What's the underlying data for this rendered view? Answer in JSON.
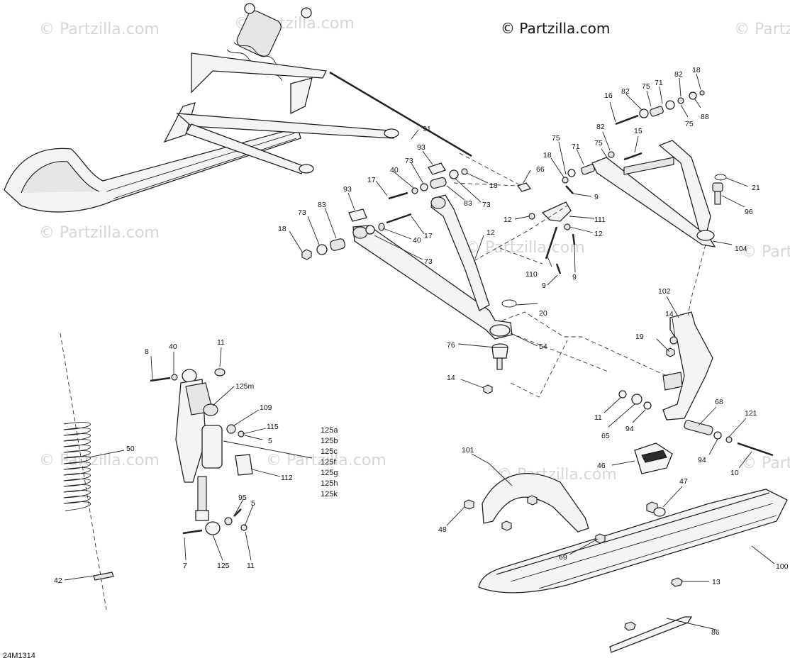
{
  "copyright": "© Partzilla.com",
  "watermark": "© Partzilla.com",
  "reference_code": "24M1314",
  "callouts": {
    "c8": "8",
    "c40a": "40",
    "c11a": "11",
    "c125m": "125m",
    "c109": "109",
    "c115": "115",
    "c5a": "5",
    "c50": "50",
    "c112": "112",
    "c95": "95",
    "c5b": "5",
    "c7": "7",
    "c125": "125",
    "c11b": "11",
    "c42": "42",
    "c18a": "18",
    "c73a": "73",
    "c83a": "83",
    "c93a": "93",
    "c40b": "40",
    "c17a": "17",
    "c73b": "73",
    "c17b": "17",
    "c93b": "93",
    "c73c": "73",
    "c40c": "40",
    "c18b": "18",
    "c83b": "83",
    "c73d": "73",
    "c91": "91",
    "c12a": "12",
    "c20": "20",
    "c54": "54",
    "c76": "76",
    "c14a": "14",
    "c66": "66",
    "c18c": "18",
    "c75a": "75",
    "c71a": "71",
    "c12b": "12",
    "c111": "111",
    "c12c": "12",
    "c9a": "9",
    "c9b": "9",
    "c9c": "9",
    "c110": "110",
    "c16": "16",
    "c82a": "82",
    "c75b": "75",
    "c71b": "71",
    "c82b": "82",
    "c18d": "18",
    "c88": "88",
    "c75c": "75",
    "c82c": "82",
    "c15": "15",
    "c75d": "75",
    "c21": "21",
    "c96": "96",
    "c104": "104",
    "c102": "102",
    "c14b": "14",
    "c19": "19",
    "c11c": "11",
    "c65": "65",
    "c94a": "94",
    "c68": "68",
    "c121": "121",
    "c94b": "94",
    "c10": "10",
    "c46": "46",
    "c101": "101",
    "c48": "48",
    "c69": "69",
    "c47": "47",
    "c100": "100",
    "c13": "13",
    "c86": "86"
  },
  "kit_list": [
    "125a",
    "125b",
    "125c",
    "125f",
    "125g",
    "125h",
    "125k"
  ]
}
